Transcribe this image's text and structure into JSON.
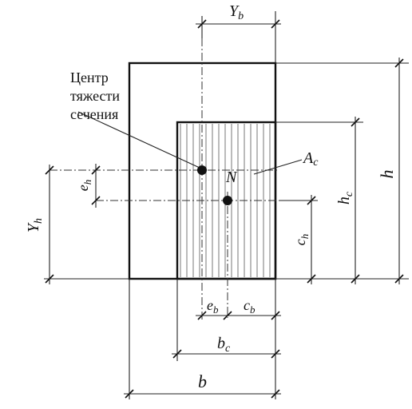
{
  "caption": [
    "Центр",
    "тяжести",
    "сечения"
  ],
  "labels": {
    "Yb": "Y",
    "Yb_sub": "b",
    "N": "N",
    "Ac": "A",
    "Ac_sub": "c",
    "h": "h",
    "hc": "h",
    "hc_sub": "c",
    "eh": "e",
    "eh_sub": "h",
    "Yh": "Y",
    "Yh_sub": "h",
    "ch": "c",
    "ch_sub": "h",
    "eb": "e",
    "eb_sub": "b",
    "cb": "c",
    "cb_sub": "b",
    "bc": "b",
    "bc_sub": "c",
    "b": "b"
  }
}
